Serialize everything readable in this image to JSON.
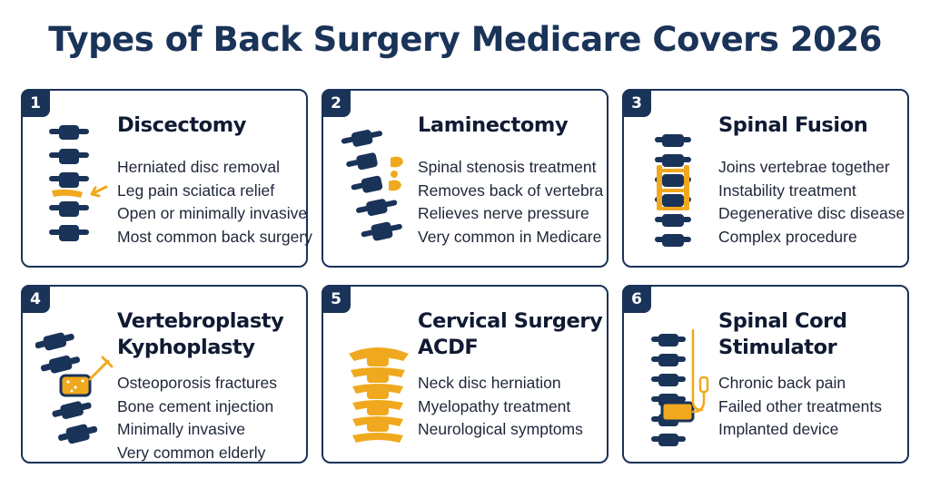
{
  "title": "Types of Back Surgery Medicare Covers 2026",
  "colors": {
    "navy": "#1a3358",
    "gold": "#f0a91e"
  },
  "cards": [
    {
      "number": "1",
      "title_lines": [
        "Discectomy"
      ],
      "icon": "spine-herniated-disc-icon",
      "items": [
        "Herniated disc removal",
        "Leg pain sciatica relief",
        "Open or minimally invasive",
        "Most common back surgery"
      ]
    },
    {
      "number": "2",
      "title_lines": [
        "Laminectomy"
      ],
      "icon": "spine-lamina-removal-icon",
      "items": [
        "Spinal stenosis treatment",
        "Removes back of vertebra",
        "Relieves nerve pressure",
        "Very common in Medicare"
      ]
    },
    {
      "number": "3",
      "title_lines": [
        "Spinal Fusion"
      ],
      "icon": "spine-fusion-rods-icon",
      "items": [
        "Joins vertebrae together",
        "Instability treatment",
        "Degenerative disc disease",
        "Complex procedure"
      ]
    },
    {
      "number": "4",
      "title_lines": [
        "Vertebroplasty",
        "Kyphoplasty"
      ],
      "icon": "spine-cement-injection-icon",
      "items": [
        "Osteoporosis fractures",
        "Bone cement injection",
        "Minimally invasive",
        "Very common elderly"
      ]
    },
    {
      "number": "5",
      "title_lines": [
        "Cervical Surgery",
        "ACDF"
      ],
      "icon": "cervical-spine-icon",
      "items": [
        "Neck disc herniation",
        "Myelopathy treatment",
        "Neurological symptoms"
      ]
    },
    {
      "number": "6",
      "title_lines": [
        "Spinal Cord",
        "Stimulator"
      ],
      "icon": "spinal-cord-stimulator-icon",
      "items": [
        "Chronic back pain",
        "Failed other treatments",
        "Implanted device"
      ]
    }
  ]
}
